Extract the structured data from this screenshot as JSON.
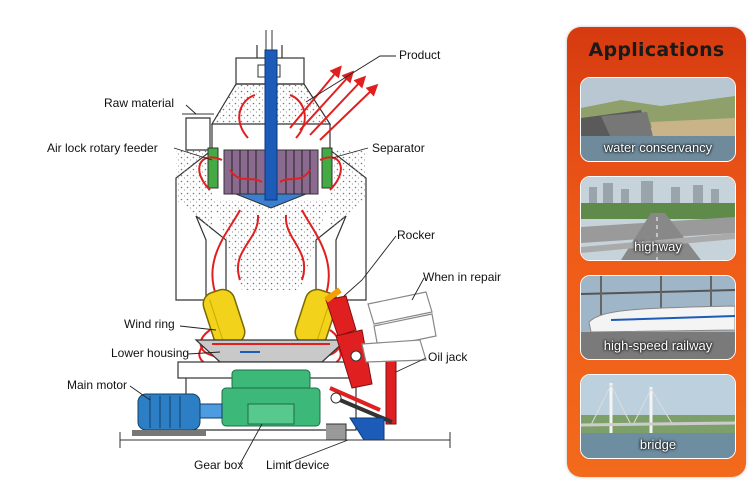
{
  "labels": {
    "product": "Product",
    "raw_material": "Raw material",
    "air_lock_feeder": "Air lock rotary feeder",
    "separator": "Separator",
    "rocker": "Rocker",
    "when_in_repair": "When in repair",
    "wind_ring": "Wind ring",
    "lower_housing": "Lower housing",
    "oil_jack": "Oil jack",
    "main_motor": "Main motor",
    "gear_box": "Gear box",
    "limit_device": "Limit device"
  },
  "applications": {
    "title": "Applications",
    "items": [
      {
        "label": "water conservancy",
        "icon": "dam-photo"
      },
      {
        "label": "highway",
        "icon": "highway-photo"
      },
      {
        "label": "high-speed railway",
        "icon": "train-photo"
      },
      {
        "label": "bridge",
        "icon": "bridge-photo"
      }
    ]
  },
  "colors": {
    "panel": "#ef5a18",
    "rollers": "#f2d21a",
    "gearbox": "#3cb878",
    "motor": "#2c7fc4",
    "flow": "#e02020",
    "shaft": "#1c5bb8"
  }
}
